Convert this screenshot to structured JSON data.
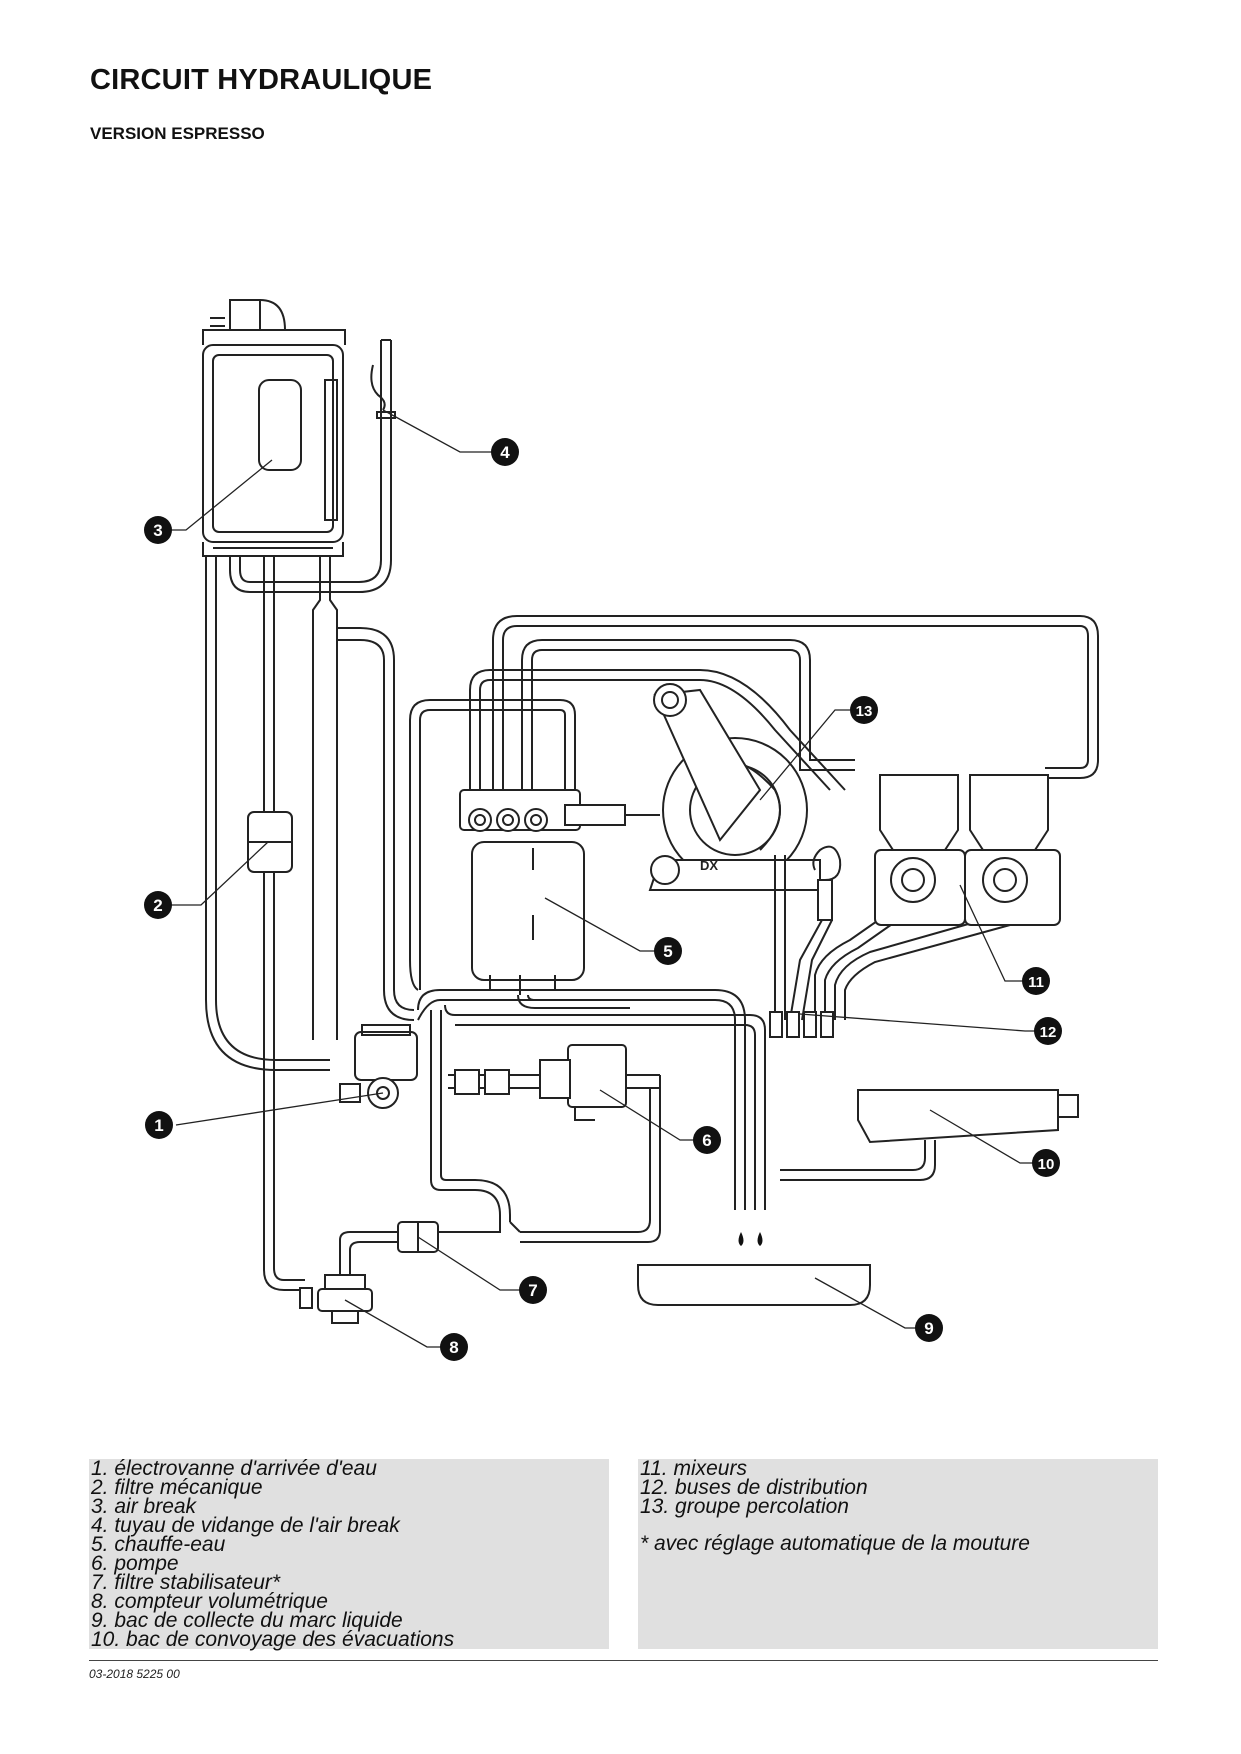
{
  "title": "CIRCUIT HYDRAULIQUE",
  "subtitle": "VERSION ESPRESSO",
  "callouts": [
    "1",
    "2",
    "3",
    "4",
    "5",
    "6",
    "7",
    "8",
    "9",
    "10",
    "11",
    "12",
    "13"
  ],
  "legend_left": [
    "1.  électrovanne d'arrivée d'eau",
    "2.  filtre mécanique",
    "3.  air break",
    "4.  tuyau de vidange de l'air break",
    "5.  chauffe-eau",
    "6.  pompe",
    "7.  filtre stabilisateur*",
    "8.  compteur volumétrique",
    "9.  bac de collecte du marc liquide",
    "10.  bac de convoyage des évacuations"
  ],
  "legend_right": [
    "11.  mixeurs",
    "12.  buses de distribution",
    "13.  groupe percolation"
  ],
  "note": "* avec réglage automatique de la mouture",
  "doc_ref": "03-2018 5225 00",
  "grinder_mark": "DX",
  "colors": {
    "line": "#222222",
    "callout_fill": "#111111",
    "legend_bg": "#e0e0e0",
    "accent_blue": "#5b86b8"
  }
}
